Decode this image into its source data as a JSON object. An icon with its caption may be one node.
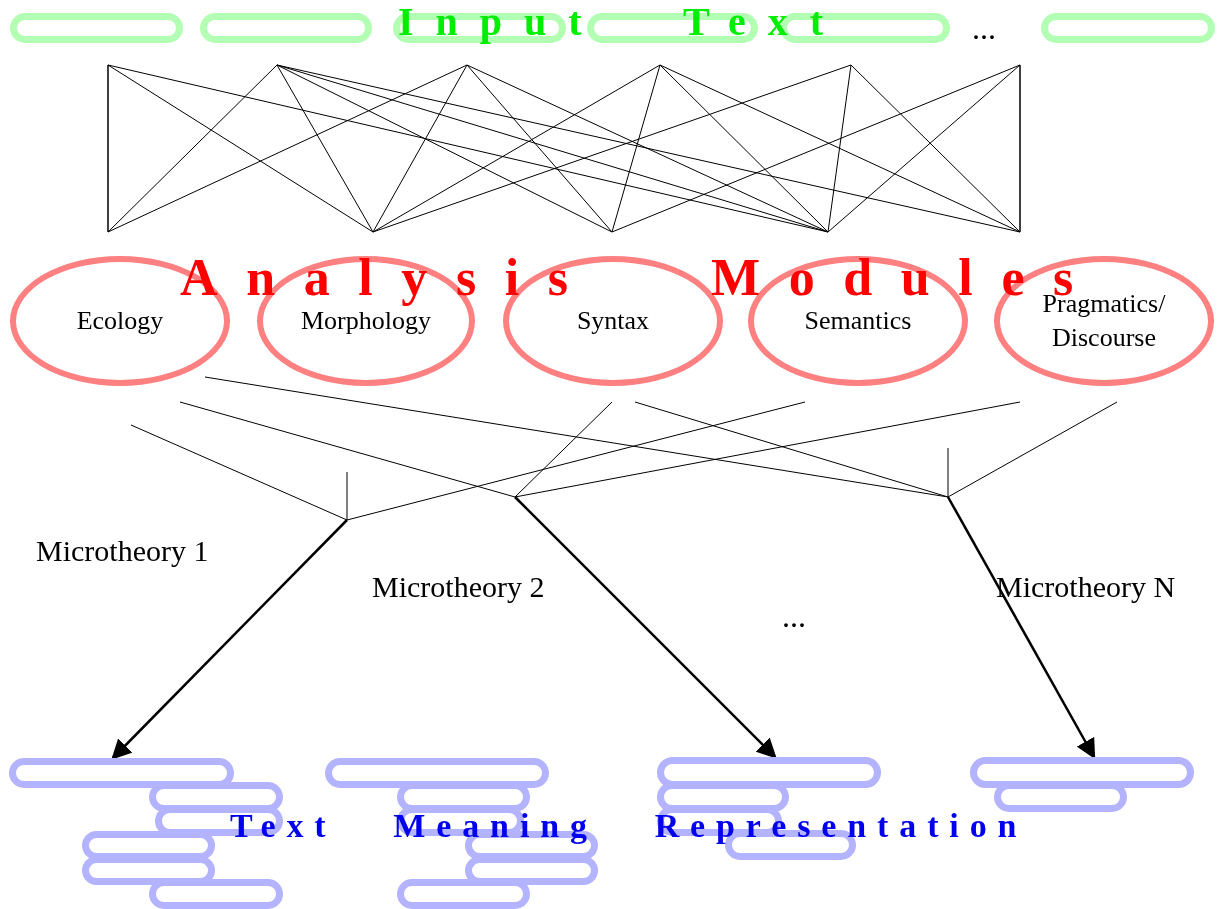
{
  "diagram": {
    "nodes": [
      {
        "text": [],
        "shape": "bar"
      },
      {
        "text": [],
        "shape": "bar"
      },
      {
        "text": [],
        "shape": "bar"
      },
      {
        "text": [],
        "shape": "bar"
      },
      {
        "text": [],
        "shape": "bar"
      },
      {
        "text": [],
        "shape": "bar"
      },
      {
        "text": [
          "Ecology"
        ]
      },
      {
        "text": [
          "Morphology"
        ]
      },
      {
        "text": [
          "Syntax"
        ]
      },
      {
        "text": [
          "Semantics"
        ]
      },
      {
        "text": [
          "Pragmatics/ Discourse"
        ]
      },
      {
        "text": [],
        "shape": "bar"
      },
      {
        "text": [],
        "shape": "bar"
      },
      {
        "text": [],
        "shape": "bar"
      },
      {
        "text": [],
        "shape": "bar"
      },
      {
        "text": [],
        "shape": "bar"
      },
      {
        "text": [],
        "shape": "bar"
      },
      {
        "text": [],
        "shape": "bar"
      },
      {
        "text": [],
        "shape": "bar"
      },
      {
        "text": [],
        "shape": "bar"
      },
      {
        "text": [],
        "shape": "bar"
      },
      {
        "text": [],
        "shape": "bar"
      },
      {
        "text": [],
        "shape": "bar"
      },
      {
        "text": [],
        "shape": "bar"
      },
      {
        "text": [],
        "shape": "bar"
      },
      {
        "text": [],
        "shape": "bar"
      },
      {
        "text": [],
        "shape": "bar"
      },
      {
        "text": [],
        "shape": "bar"
      },
      {
        "text": [],
        "shape": "bar"
      }
    ],
    "edges": [
      {
        "from": null,
        "to": 11,
        "arrow": "to"
      },
      {
        "from": null,
        "to": 23,
        "arrow": "to"
      },
      {
        "from": null,
        "to": 27,
        "arrow": "to"
      }
    ],
    "labels": [
      "Input Text",
      "...",
      "Analysis Modules",
      "Microtheory 1",
      "Microtheory 2",
      "Microtheory N",
      "...",
      "Text Meaning Representation"
    ]
  }
}
